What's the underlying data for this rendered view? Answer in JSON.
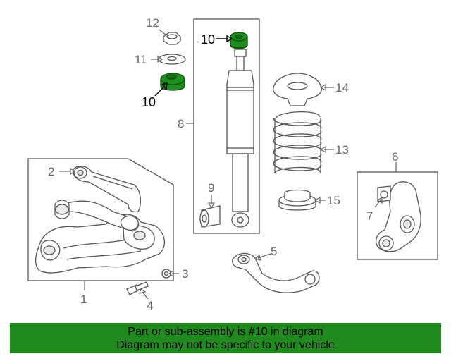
{
  "callouts": {
    "c1": "1",
    "c2": "2",
    "c3": "3",
    "c4": "4",
    "c5": "5",
    "c6": "6",
    "c7": "7",
    "c8": "8",
    "c9": "9",
    "c10a": "10",
    "c10b": "10",
    "c11": "11",
    "c12": "12",
    "c13": "13",
    "c14": "14",
    "c15": "15"
  },
  "colors": {
    "highlight": "#1e8f1e",
    "banner": "#218a1f"
  },
  "banner": {
    "line1": "Part or sub-assembly is #10 in diagram",
    "line2": "Diagram may not be specific to your vehicle"
  }
}
